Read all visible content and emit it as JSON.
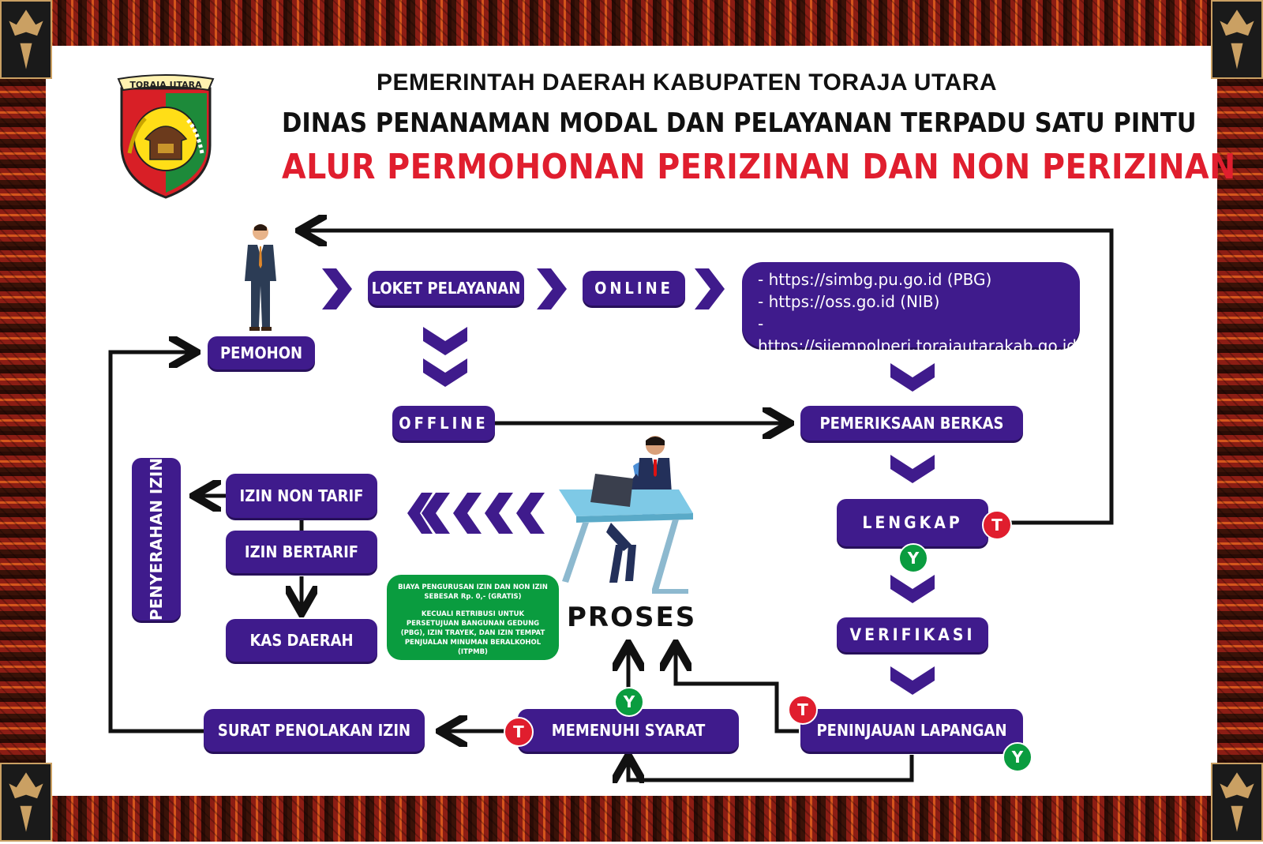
{
  "header": {
    "line1": "PEMERINTAH DAERAH KABUPATEN TORAJA UTARA",
    "line2": "DINAS PENANAMAN MODAL DAN PELAYANAN TERPADU SATU PINTU",
    "line3": "ALUR PERMOHONAN PERIZINAN DAN NON PERIZINAN"
  },
  "logo": {
    "banner": "TORAJA UTARA"
  },
  "nodes": {
    "pemohon": "PEMOHON",
    "loket": "LOKET PELAYANAN",
    "online": "ONLINE",
    "offline": "OFFLINE",
    "pemeriksaan": "PEMERIKSAAN BERKAS",
    "lengkap": "LENGKAP",
    "verifikasi": "VERIFIKASI",
    "peninjauan": "PENINJAUAN LAPANGAN",
    "memenuhi": "MEMENUHI SYARAT",
    "penolakan": "SURAT PENOLAKAN IZIN",
    "non_tarif": "IZIN NON TARIF",
    "bertarif": "IZIN BERTARIF",
    "kas": "KAS DAERAH",
    "penyerahan": "PENYERAHAN IZIN",
    "proses": "PROSES"
  },
  "urls": [
    "- https://simbg.pu.go.id (PBG)",
    "- https://oss.go.id (NIB)",
    "- https://sijempolperi.torajautarakab.go.id"
  ],
  "note": {
    "p1": "BIAYA PENGURUSAN IZIN DAN NON IZIN SEBESAR Rp. 0,- (GRATIS)",
    "p2": "KECUALI RETRIBUSI UNTUK PERSETUJUAN BANGUNAN GEDUNG (PBG), IZIN TRAYEK, DAN IZIN TEMPAT PENJUALAN MINUMAN BERALKOHOL (ITPMB)"
  },
  "badges": {
    "t": "T",
    "y": "Y"
  },
  "colors": {
    "box": "#3f1b8c",
    "title_red": "#e01e2e",
    "green": "#0a9c3f",
    "badge_red": "#e01e2e"
  },
  "icons": [
    "person-icon",
    "worker-at-desk-icon",
    "chevron-icon",
    "arrow-icon"
  ]
}
